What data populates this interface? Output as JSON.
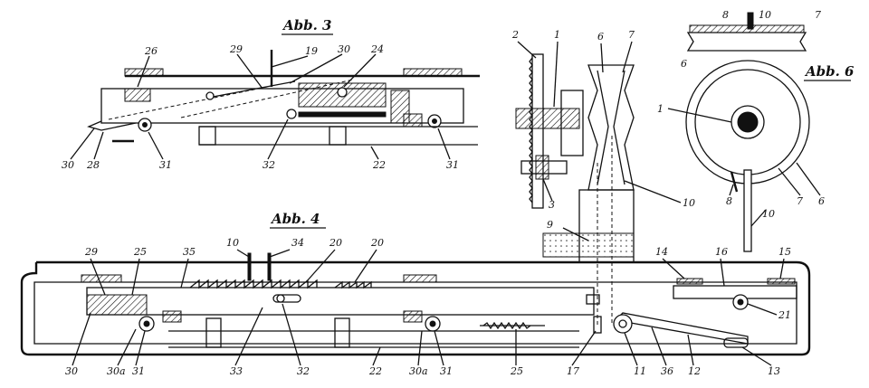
{
  "figures": {
    "abb3": {
      "title": "Abb. 3",
      "labels": [
        "26",
        "29",
        "19",
        "30",
        "24",
        "30",
        "28",
        "31",
        "32",
        "22",
        "31"
      ]
    },
    "abb4": {
      "title": "Abb. 4",
      "labels": [
        "29",
        "25",
        "35",
        "10",
        "34",
        "20",
        "20",
        "30",
        "30a",
        "31",
        "33",
        "32",
        "22",
        "30a",
        "31",
        "25",
        "17",
        "11",
        "36",
        "12",
        "13"
      ]
    },
    "abb5": {
      "labels": [
        "2",
        "1",
        "6",
        "7",
        "3",
        "9",
        "10"
      ]
    },
    "abb6": {
      "title": "Abb. 6",
      "labels": [
        "8",
        "10",
        "7",
        "6",
        "1",
        "8",
        "7",
        "6",
        "10",
        "14",
        "16",
        "15",
        "21"
      ]
    }
  }
}
